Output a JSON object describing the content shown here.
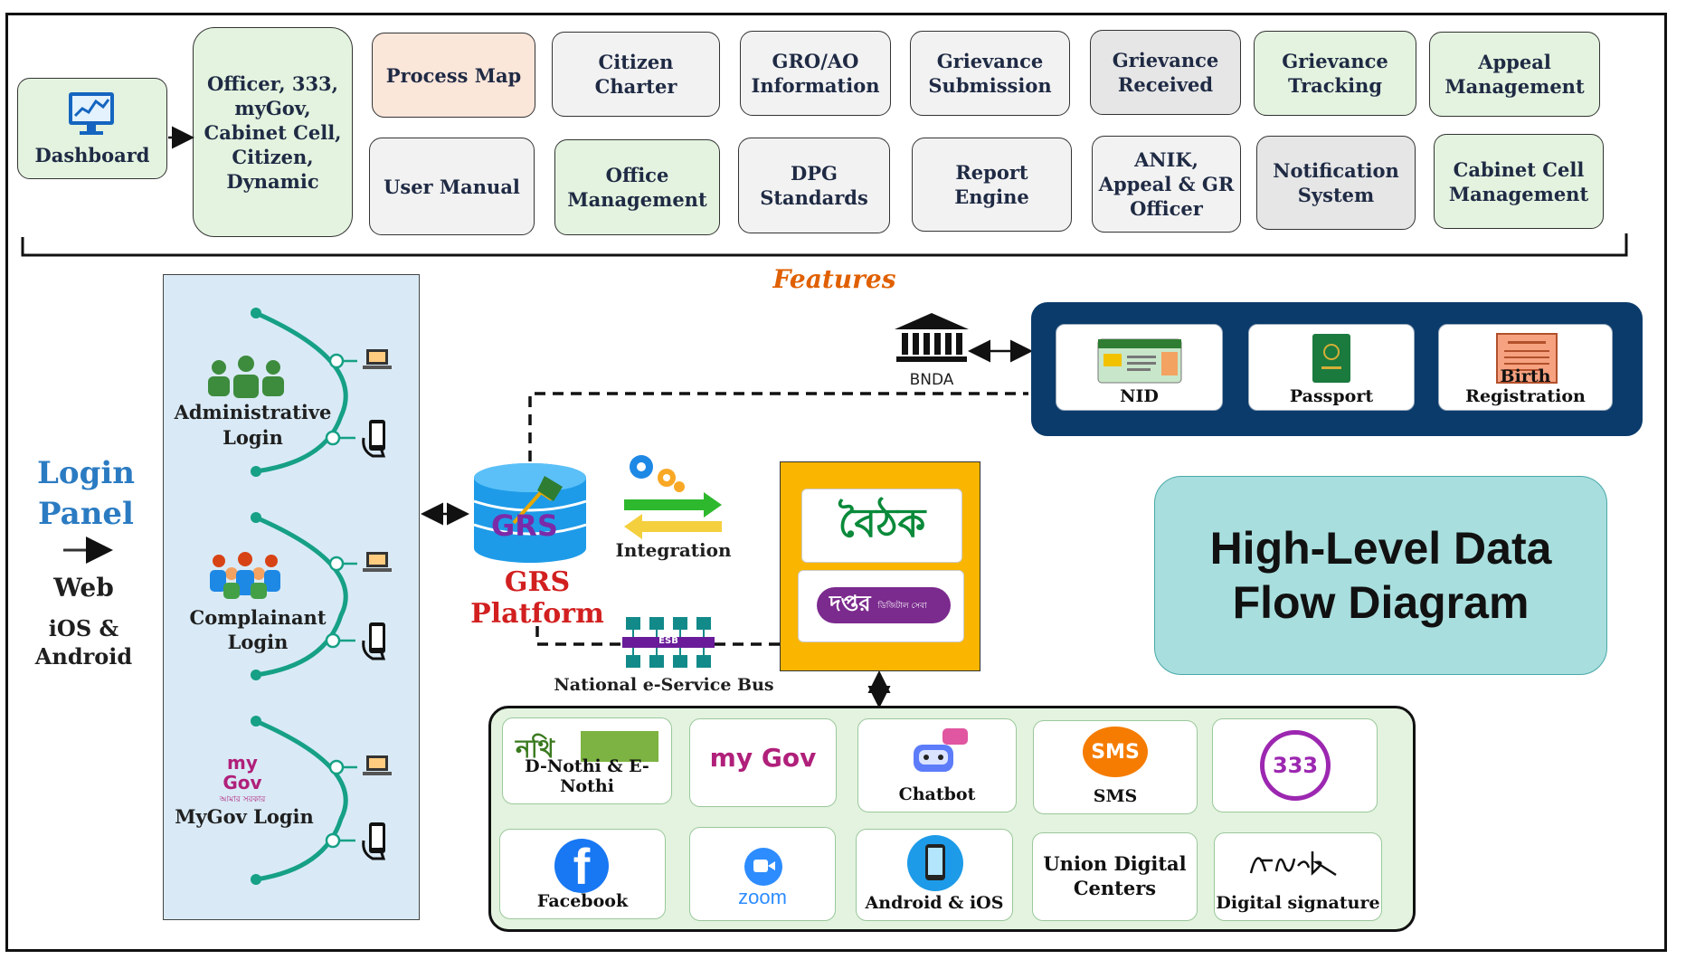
{
  "features": {
    "label": "Features",
    "items": [
      {
        "label": "Dashboard"
      },
      {
        "label": "Officer, 333, myGov, Cabinet Cell, Citizen, Dynamic"
      },
      {
        "label": "Process Map"
      },
      {
        "label": "Citizen Charter"
      },
      {
        "label": "GRO/AO Information"
      },
      {
        "label": "Grievance Submission"
      },
      {
        "label": "Grievance Received"
      },
      {
        "label": "Grievance Tracking"
      },
      {
        "label": "Appeal Management"
      },
      {
        "label": "User Manual"
      },
      {
        "label": "Office Management"
      },
      {
        "label": "DPG Standards"
      },
      {
        "label": "Report Engine"
      },
      {
        "label": "ANIK, Appeal & GR Officer"
      },
      {
        "label": "Notification System"
      },
      {
        "label": "Cabinet Cell Management"
      }
    ]
  },
  "login_panel": {
    "title_line1": "Login",
    "title_line2": "Panel",
    "web": "Web",
    "mobile_line1": "iOS &",
    "mobile_line2": "Android",
    "logins": [
      {
        "line1": "Administrative",
        "line2": "Login"
      },
      {
        "line1": "Complainant",
        "line2": "Login"
      },
      {
        "line1": "MyGov Login",
        "line2": ""
      }
    ],
    "mygov_logo_text": "my Gov",
    "mygov_logo_sub": "আমার সরকার"
  },
  "grs": {
    "logo_text": "GRS",
    "label": "GRS Platform",
    "integration_label": "Integration",
    "esb_logo_text": "ESB",
    "esb_label": "National e-Service Bus"
  },
  "bnda": {
    "label": "BNDA",
    "services": [
      {
        "label": "NID"
      },
      {
        "label": "Passport"
      },
      {
        "label": "Birth Registration"
      }
    ]
  },
  "title": {
    "line1": "High-Level Data",
    "line2": "Flow Diagram"
  },
  "platforms": {
    "baithok": "বৈঠক",
    "doptor": "দপ্তর",
    "doptor_sub": "ডিজিটাল সেবা"
  },
  "channels": {
    "items": [
      {
        "label": "D-Nothi & E-Nothi",
        "logo": "নথি"
      },
      {
        "label": "",
        "logo": "my Gov"
      },
      {
        "label": "Chatbot",
        "logo": "chatbot-icon"
      },
      {
        "label": "SMS",
        "logo": "SMS"
      },
      {
        "label": "",
        "logo": "333"
      },
      {
        "label": "Facebook",
        "logo": "f"
      },
      {
        "label": "",
        "logo": "zoom"
      },
      {
        "label": "Android & iOS",
        "logo": "phone-icon"
      },
      {
        "label": "Union Digital Centers",
        "logo": ""
      },
      {
        "label": "Digital signature",
        "logo": "signature"
      }
    ]
  },
  "colors": {
    "accent_blue": "#0b3b6b",
    "feature_green": "#e3f3df",
    "login_panel_bg": "#d9eaf6",
    "arc_green": "#16a085",
    "grs_red": "#d21f1f",
    "platform_yellow": "#f9b500",
    "title_box": "#a8dede",
    "features_orange": "#e06000"
  }
}
